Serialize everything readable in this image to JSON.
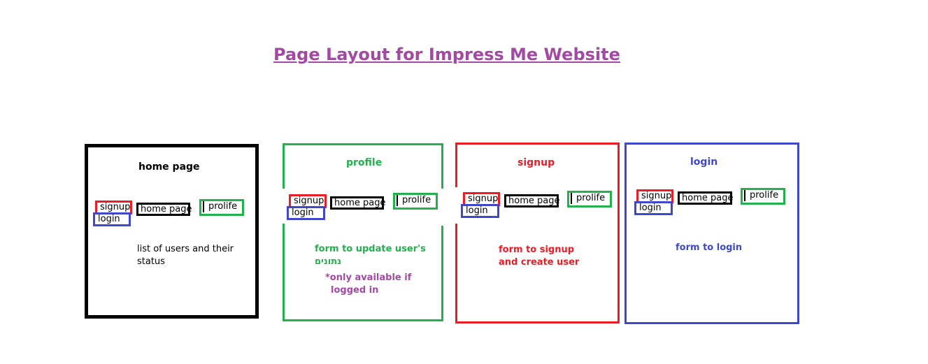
{
  "title": "Page Layout for Impress Me Website",
  "colors": {
    "title": "#a349a4",
    "home": "#000000",
    "profile": "#22b14c",
    "signup": "#ed1c24",
    "login": "#3f48cc"
  },
  "nav": {
    "signup": "signup",
    "login": "login",
    "home_page": "home page",
    "prolife": "prolife"
  },
  "panels": {
    "home": {
      "title": "home page",
      "text_line1": "list of users and their",
      "text_line2": "status"
    },
    "profile": {
      "title": "profile",
      "text_line1": "form to update user's",
      "text_line2": "נתונים",
      "note_line1": "*only available if",
      "note_line2": "logged in"
    },
    "signup": {
      "title": "signup",
      "text_line1": "form to signup",
      "text_line2": "and create user"
    },
    "login": {
      "title": "login",
      "text_line1": "form to login"
    }
  }
}
